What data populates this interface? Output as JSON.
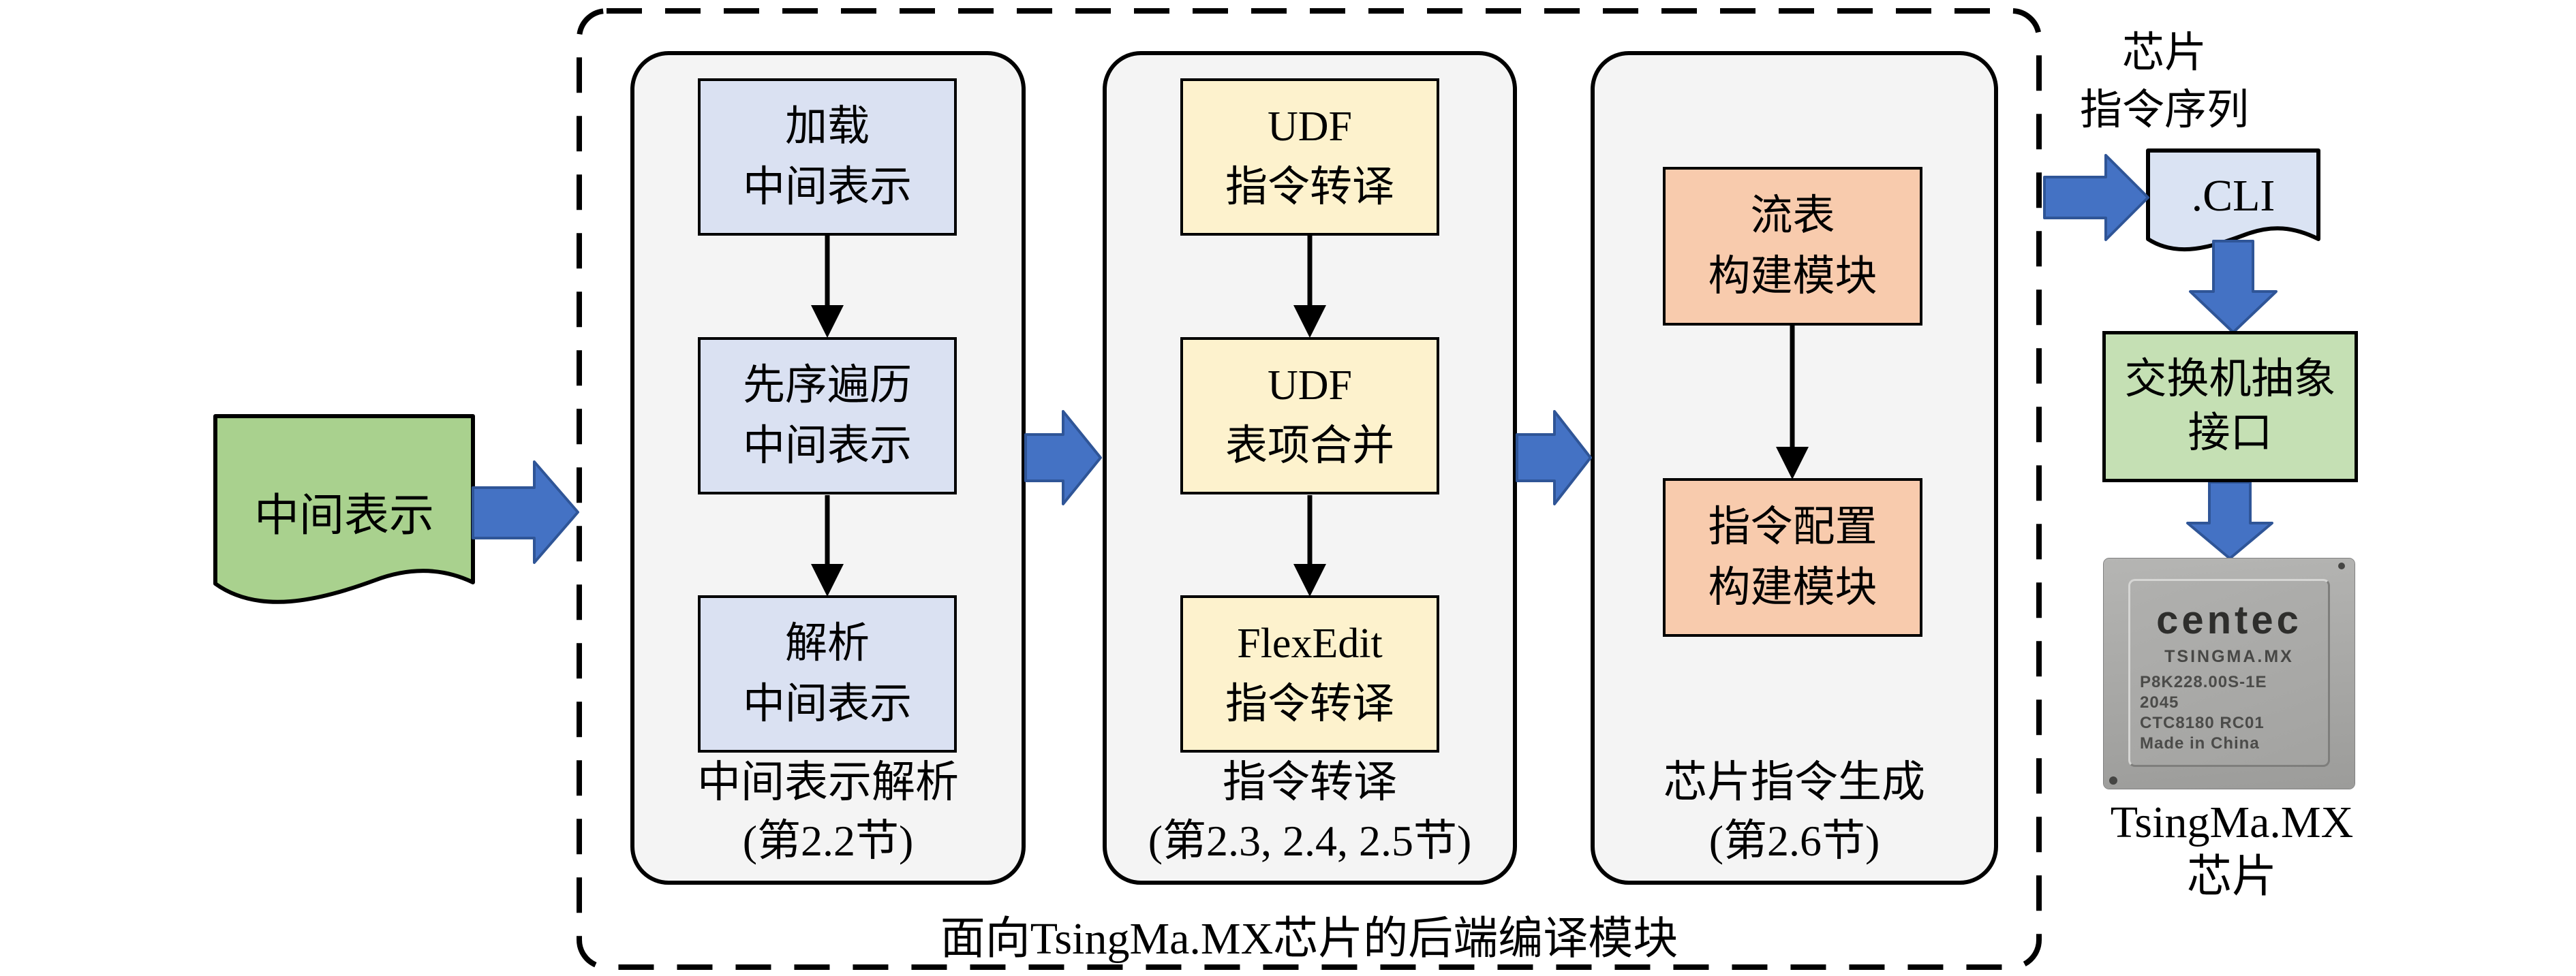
{
  "colors": {
    "arrow_blue": "#4472C4",
    "arrow_blue_border": "#2F5597",
    "step_blue_fill": "#DAE1F2",
    "step_yellow_fill": "#FDF2CD",
    "step_orange_fill": "#F8CBAD",
    "source_doc_green": "#A9D18E",
    "switch_box_green": "#C5E0B4",
    "cli_doc_blue": "#DAE3F3",
    "panel_gray": "#F4F4F4",
    "chip_body_gray": "#A9A9A7"
  },
  "source_doc": {
    "label": "中间表示"
  },
  "backend_module": {
    "caption": "面向TsingMa.MX芯片的后端编译模块",
    "columns": [
      {
        "label_line1": "中间表示解析",
        "label_line2": "(第2.2节)",
        "boxes": [
          {
            "line1": "加载",
            "line2": "中间表示"
          },
          {
            "line1": "先序遍历",
            "line2": "中间表示"
          },
          {
            "line1": "解析",
            "line2": "中间表示"
          }
        ]
      },
      {
        "label_line1": "指令转译",
        "label_line2": "(第2.3, 2.4, 2.5节)",
        "boxes": [
          {
            "line1": "UDF",
            "line2": "指令转译"
          },
          {
            "line1": "UDF",
            "line2": "表项合并"
          },
          {
            "line1": "FlexEdit",
            "line2": "指令转译"
          }
        ]
      },
      {
        "label_line1": "芯片指令生成",
        "label_line2": "(第2.6节)",
        "boxes": [
          {
            "line1": "流表",
            "line2": "构建模块"
          },
          {
            "line1": "指令配置",
            "line2": "构建模块"
          }
        ]
      }
    ]
  },
  "output_side": {
    "sequence_title_line1": "芯片",
    "sequence_title_line2": "指令序列",
    "cli_label": ".CLI",
    "switch_line1": "交换机抽象",
    "switch_line2": "接口",
    "chip_caption_line1": "TsingMa.MX",
    "chip_caption_line2": "芯片",
    "chip_markings": {
      "brand": "centec",
      "model": "TSINGMA.MX",
      "part_number": "P8K228.00S-1E",
      "date_code": "2045",
      "chip_code": "CTC8180 RC01",
      "origin": "Made in China"
    }
  }
}
